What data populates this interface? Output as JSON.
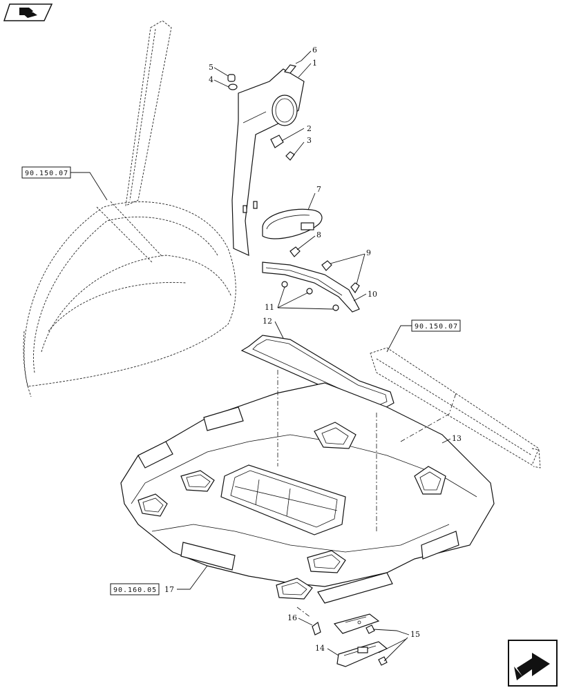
{
  "callouts": {
    "c1": "1",
    "c2": "2",
    "c3": "3",
    "c4": "4",
    "c5": "5",
    "c6": "6",
    "c7": "7",
    "c8": "8",
    "c9": "9",
    "c10": "10",
    "c11": "11",
    "c12": "12",
    "c13": "13",
    "c14": "14",
    "c15": "15",
    "c16": "16",
    "c17": "17"
  },
  "references": {
    "ref_left": "90.150.07",
    "ref_right": "90.150.07",
    "ref_bottom": "90.160.05"
  },
  "icons": {
    "top_left": "book-navigation-icon",
    "bottom_right": "next-page-arrow-icon"
  }
}
